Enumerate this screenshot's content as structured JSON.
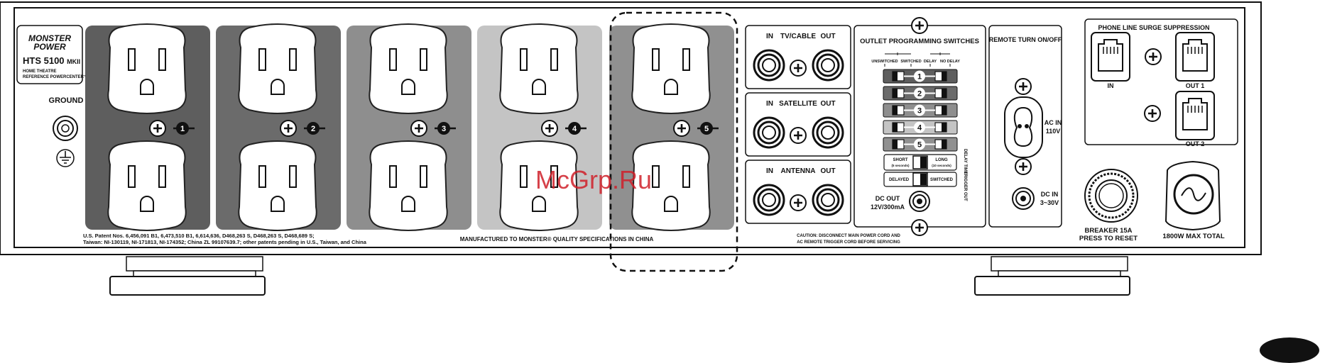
{
  "brand": {
    "logo_line1": "MONSTER",
    "logo_line2": "POWER",
    "model": "HTS 5100",
    "model_suffix": "MKII",
    "subtitle_line1": "HOME THEATRE",
    "subtitle_line2": "REFERENCE POWERCENTER™"
  },
  "ground_label": "GROUND",
  "outlet_banks": [
    {
      "number": "1",
      "color": "#5e5e5e"
    },
    {
      "number": "2",
      "color": "#6b6b6b"
    },
    {
      "number": "3",
      "color": "#8e8e8e"
    },
    {
      "number": "4",
      "color": "#c4c4c4"
    },
    {
      "number": "5",
      "color": "#909090"
    }
  ],
  "patent_line1": "U.S. Patent Nos. 6,456,091 B1, 6,473,510 B1, 6,614,636, D468,263 S, D468,263 S, D468,689 S;",
  "patent_line2": "Taiwan: NI-130119, NI-171813, NI-174352; China ZL 99107639.7; other patents pending in U.S., Taiwan, and China",
  "manufactured_note": "MANUFACTURED TO MONSTER® QUALITY SPECIFICATIONS IN CHINA",
  "coax": [
    {
      "title": "TV/CABLE",
      "in": "IN",
      "out": "OUT"
    },
    {
      "title": "SATELLITE",
      "in": "IN",
      "out": "OUT"
    },
    {
      "title": "ANTENNA",
      "in": "IN",
      "out": "OUT"
    }
  ],
  "programming": {
    "title": "OUTLET PROGRAMMING SWITCHES",
    "col_unswitched": "UNSWITCHED",
    "col_switched": "SWITCHED",
    "col_delay": "DELAY",
    "col_nodelay": "NO DELAY",
    "switch_numbers": [
      "1",
      "2",
      "3",
      "4",
      "5"
    ],
    "short_label": "SHORT",
    "short_sub": "(5 seconds)",
    "long_label": "LONG",
    "long_sub": "(10 seconds)",
    "delay_time": "DELAY TIME",
    "delayed": "DELAYED",
    "switched": "SWITCHED",
    "trigger_out": "TRIGGER OUT",
    "dc_out_line1": "DC OUT",
    "dc_out_line2": "12V/300mA",
    "caution_line1": "CAUTION: DISCONNECT MAIN POWER CORD AND",
    "caution_line2": "AC REMOTE TRIGGER CORD BEFORE SERVICING"
  },
  "remote": {
    "title": "REMOTE TURN ON/OFF",
    "ac_in_line1": "AC IN",
    "ac_in_line2": "110V",
    "dc_in_line1": "DC IN",
    "dc_in_line2": "3~30V"
  },
  "phone": {
    "title": "PHONE LINE SURGE SUPPRESSION",
    "in": "IN",
    "out1": "OUT 1",
    "out2": "OUT 2"
  },
  "breaker_line1": "BREAKER 15A",
  "breaker_line2": "PRESS TO RESET",
  "max_total": "1800W MAX TOTAL",
  "watermark": "McGrp.Ru"
}
